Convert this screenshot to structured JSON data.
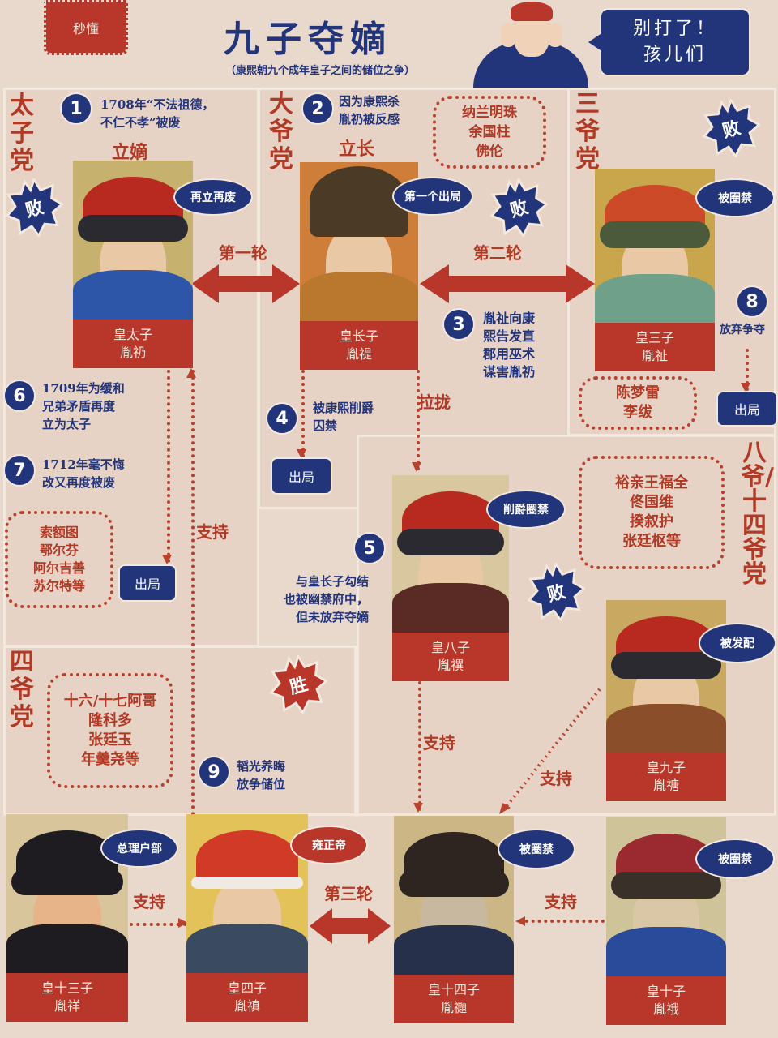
{
  "header": {
    "stamp_label": "秒懂",
    "title": "九子夺嫡",
    "subtitle": "（康熙朝九个成年皇子之间的储位之争）",
    "speech_bubble": "别打了！\n孩儿们"
  },
  "parties": {
    "crown_prince": "太子党",
    "eldest": "大爷党",
    "third": "三爷党",
    "eighth_fourteenth": "八爷/十四爷党",
    "fourth": "四爷党"
  },
  "slogans": {
    "li_di": "立嫡",
    "li_zhang": "立长"
  },
  "rounds": {
    "first": "第一轮",
    "second": "第二轮",
    "third": "第三轮"
  },
  "events": [
    {
      "num": "1",
      "text": "1708年“不法祖德，\n不仁不孝”被废"
    },
    {
      "num": "2",
      "text": "因为康熙杀\n胤礽被反感"
    },
    {
      "num": "3",
      "text": "胤祉向康\n熙告发直\n郡用巫术\n谋害胤礽"
    },
    {
      "num": "4",
      "text": "被康熙削爵\n囚禁"
    },
    {
      "num": "5",
      "text": "与皇长子勾结\n也被幽禁府中，\n但未放弃夺嫡"
    },
    {
      "num": "6",
      "text": "1709年为缓和\n兄弟矛盾再度\n立为太子"
    },
    {
      "num": "7",
      "text": "1712年毫不悔\n改又再度被废"
    },
    {
      "num": "8",
      "text": "放弃争夺"
    },
    {
      "num": "9",
      "text": "韬光养晦\n放争储位"
    }
  ],
  "supporters": {
    "crown_prince": "索额图\n鄂尔芬\n阿尔吉善\n苏尔特等",
    "eldest": "纳兰明珠\n余国柱\n佛伦",
    "third": "陈梦雷\n李绂",
    "eighth": "裕亲王福全\n佟国维\n揆叙护\n张廷枢等",
    "fourth": "十六/十七阿哥\n隆科多\n张廷玉\n年羹尧等"
  },
  "princes": [
    {
      "id": "crown",
      "title": "皇太子",
      "name": "胤礽",
      "bubble": "再立再废"
    },
    {
      "id": "eldest",
      "title": "皇长子",
      "name": "胤禔",
      "bubble": "第一个出局"
    },
    {
      "id": "third",
      "title": "皇三子",
      "name": "胤祉",
      "bubble": "被圈禁"
    },
    {
      "id": "eighth",
      "title": "皇八子",
      "name": "胤禩",
      "bubble": "削爵圈禁"
    },
    {
      "id": "ninth",
      "title": "皇九子",
      "name": "胤禟",
      "bubble": "被发配"
    },
    {
      "id": "thirteenth",
      "title": "皇十三子",
      "name": "胤祥",
      "bubble": "总理户部"
    },
    {
      "id": "fourth",
      "title": "皇四子",
      "name": "胤禛",
      "bubble": "雍正帝"
    },
    {
      "id": "fourteenth",
      "title": "皇十四子",
      "name": "胤禵",
      "bubble": "被圈禁"
    },
    {
      "id": "tenth",
      "title": "皇十子",
      "name": "胤䄉",
      "bubble": "被圈禁"
    }
  ],
  "badges": {
    "lose": "败",
    "win": "胜"
  },
  "buttons": {
    "out": "出局"
  },
  "links": {
    "support": "支持",
    "recruit": "拉拢"
  },
  "colors": {
    "navy": "#22347a",
    "red": "#b8372a",
    "paper": "#e9d9cd"
  }
}
